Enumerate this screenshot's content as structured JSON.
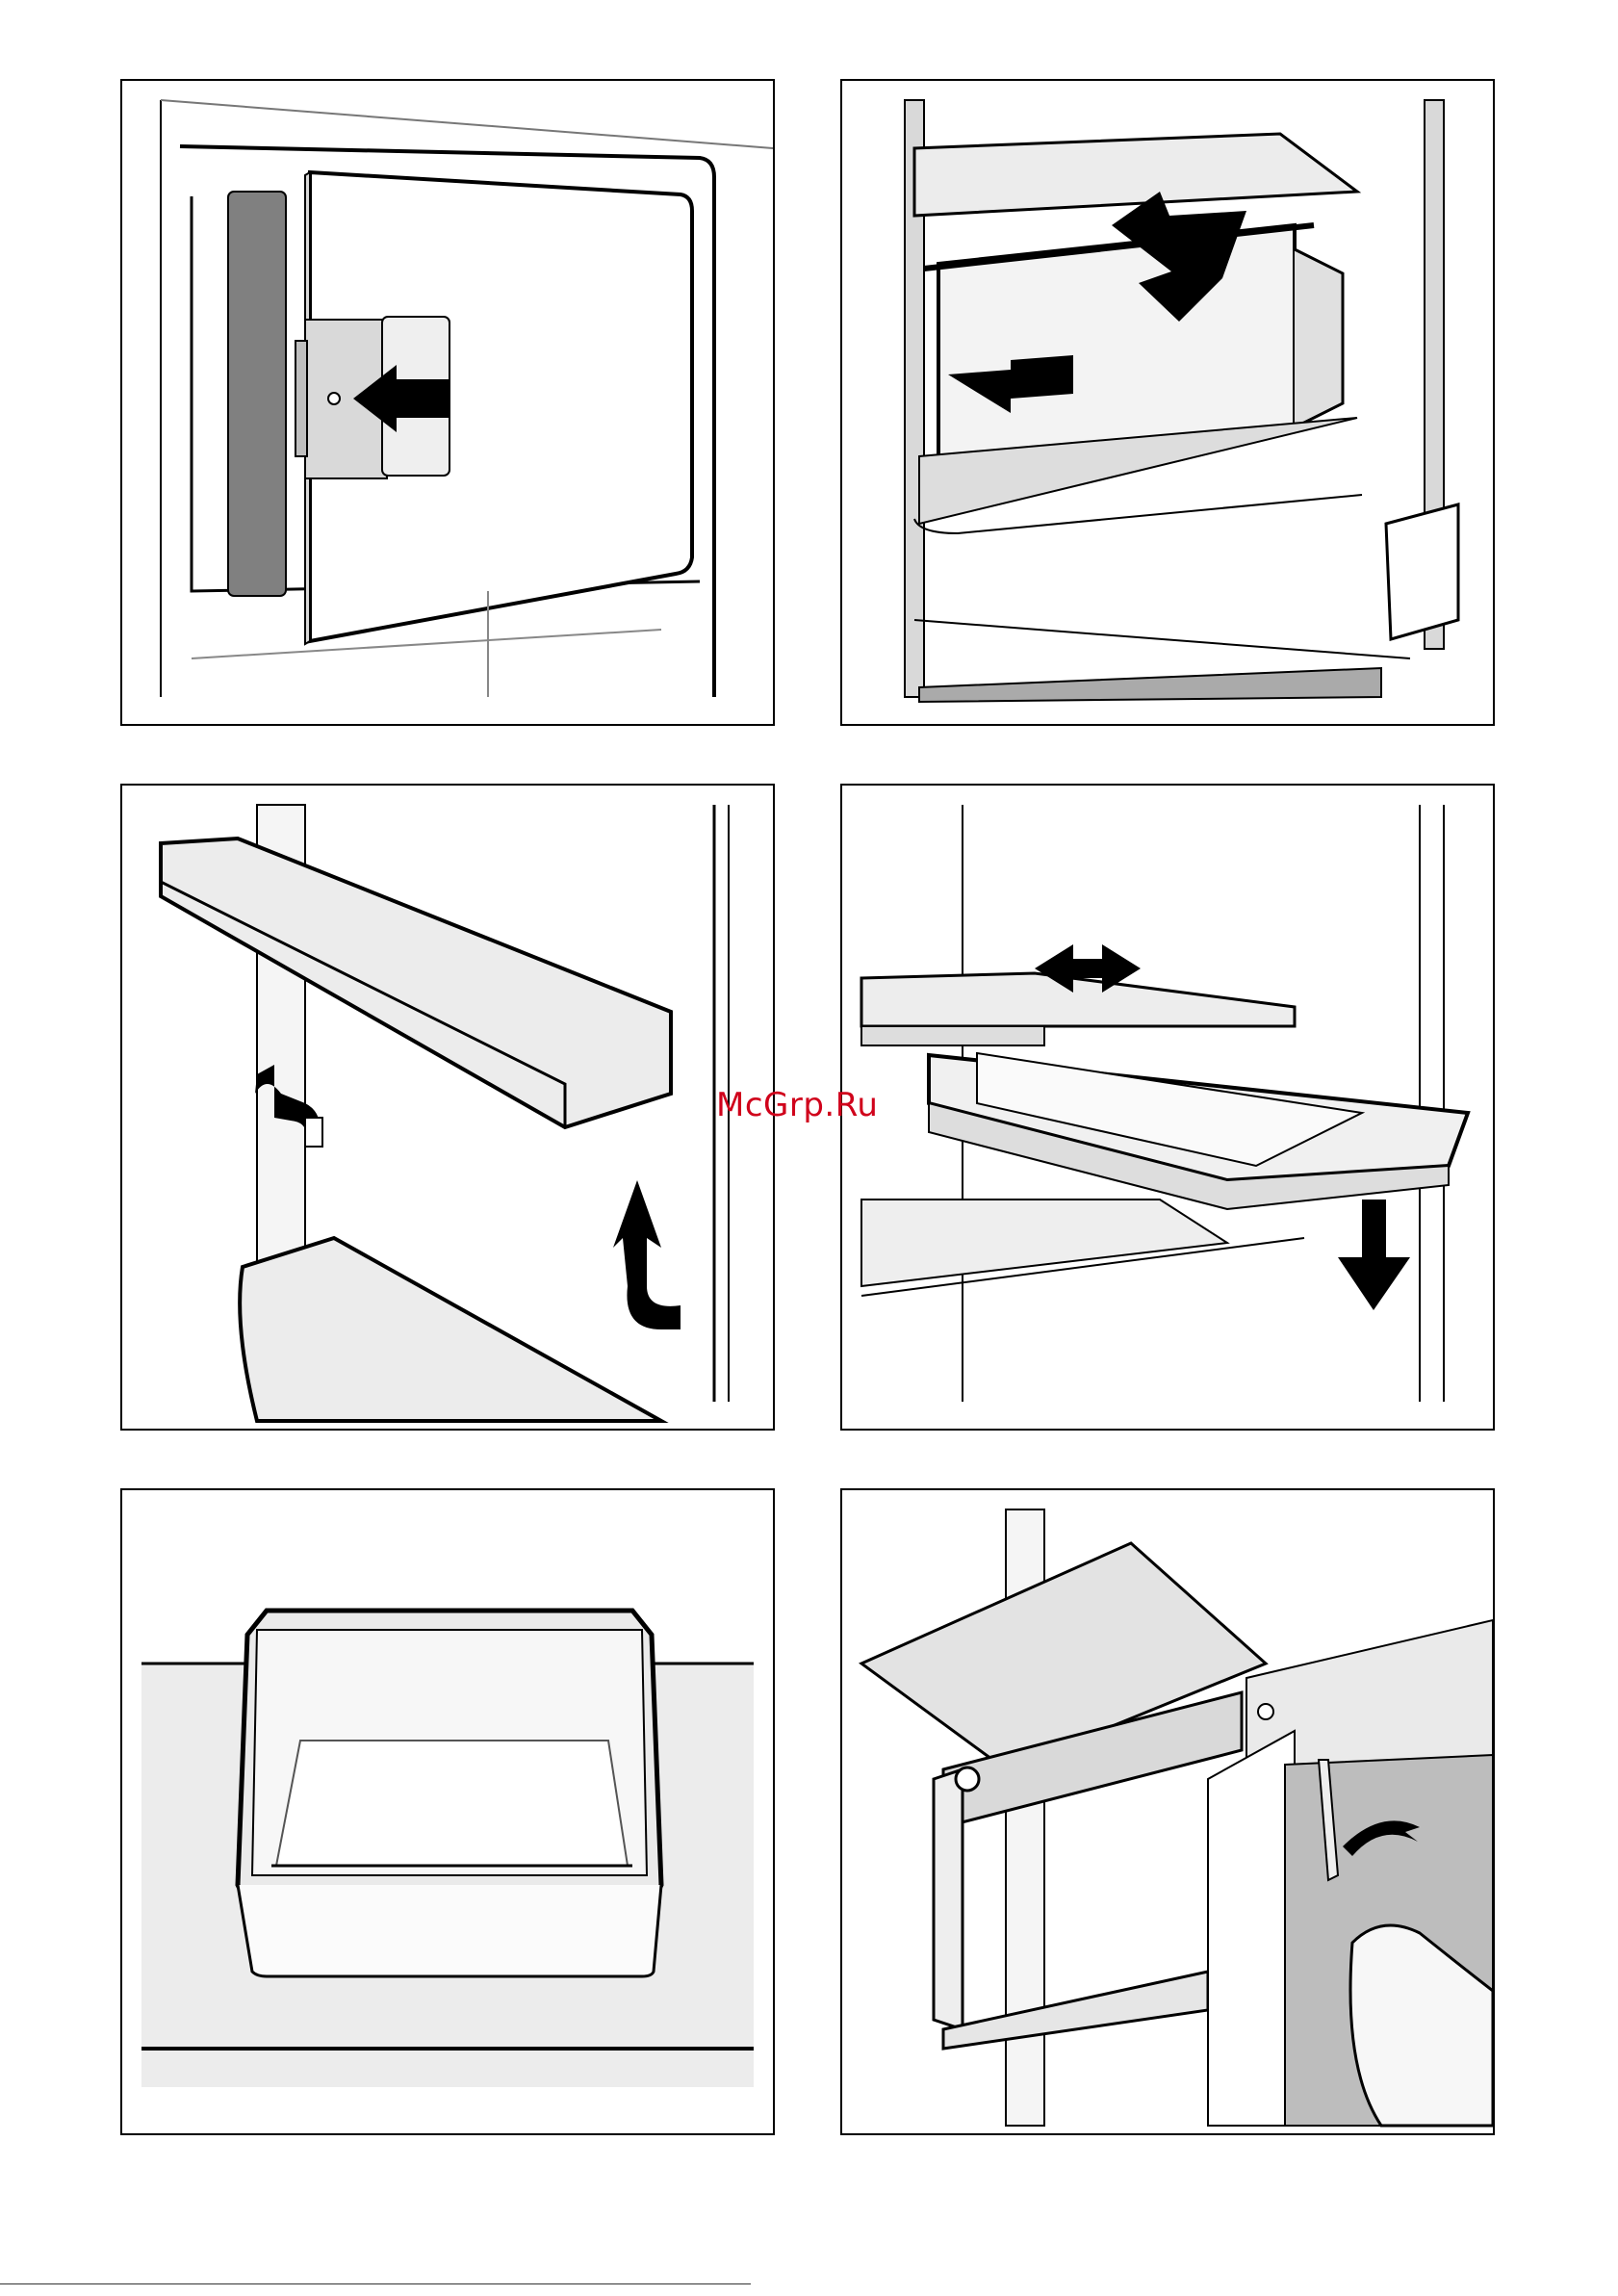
{
  "watermark": "McGrp.Ru",
  "colors": {
    "stroke": "#000000",
    "fill_light": "#f1f1f1",
    "fill_mid": "#d9d9d9",
    "fill_dark": "#808080",
    "watermark": "#d0021b"
  },
  "panels": [
    {
      "id": "p1",
      "depicts": "door-panel-release"
    },
    {
      "id": "p2",
      "depicts": "drawer-removal"
    },
    {
      "id": "p3",
      "depicts": "door-shelf-lift"
    },
    {
      "id": "p4",
      "depicts": "sliding-shelf-tray"
    },
    {
      "id": "p5",
      "depicts": "storage-container"
    },
    {
      "id": "p6",
      "depicts": "shelf-hinge-release"
    }
  ]
}
